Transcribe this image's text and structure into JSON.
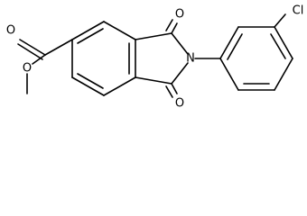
{
  "molecule": {
    "atoms": {
      "carbonyl_o1": "O",
      "ester_o": "O",
      "imide_o_top": "O",
      "imide_o_bottom": "O",
      "imide_n": "N",
      "chlorine": "Cl"
    }
  },
  "colors": {
    "bond": "#000000",
    "label": "#000000",
    "background": "#ffffff"
  }
}
